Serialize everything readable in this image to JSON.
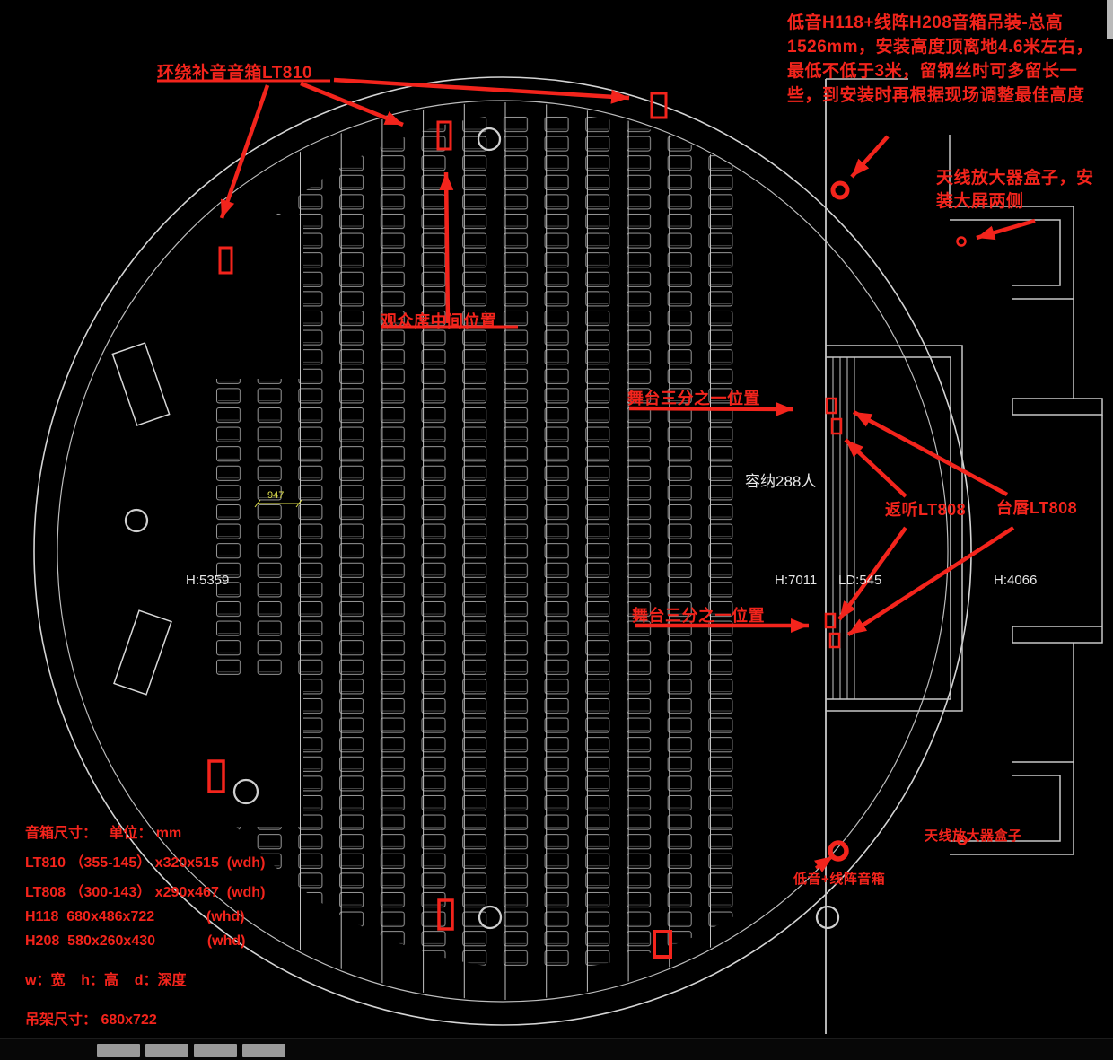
{
  "annotations": {
    "surround": "环绕补音音箱LT810",
    "hang_note": "低音H118+线阵H208音箱吊装-总高1526mm，安装高度顶离地4.6米左右，最低不低于3米，留钢丝时可多留长一些，到安装时再根据现场调整最佳高度",
    "antenna_note": "天线放大器盒子，安装大屏两侧",
    "audience_center": "观众席中间位置",
    "stage_third": "舞台三分之一位置",
    "monitor": "返听LT808",
    "lip": "台唇LT808",
    "capacity": "容纳288人",
    "sub_array": "低音+线阵音箱",
    "antenna_box": "天线放大器盒子"
  },
  "dimensions": {
    "hall_height": "H:5359",
    "stage_height": "H:7011",
    "ld": "LD:545",
    "back_height": "H:4066",
    "aisle_dim": "947"
  },
  "specs": {
    "title": "音箱尺寸：   单位： mm",
    "lt810": "LT810 （355-145） x320x515  (wdh)",
    "lt808": "LT808 （300-143） x290x467  (wdh)",
    "h118": "H118  680x486x722             (whd)",
    "h208": "H208  580x260x430             (whd)",
    "legend": "w：宽    h：高    d：深度",
    "rack": "吊架尺寸： 680x722"
  },
  "colors": {
    "annotation_red": "#f3241c",
    "line_gray": "#c8c8c8",
    "dim_yellow": "#e2e24e"
  }
}
